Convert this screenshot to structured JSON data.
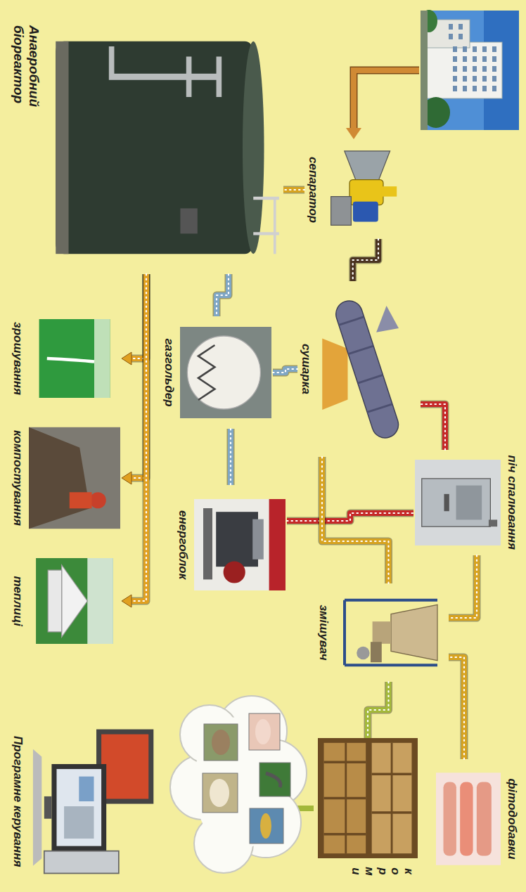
{
  "diagram": {
    "nodes": [
      {
        "text": [
          "сепаратор"
        ]
      },
      {
        "text": [
          "Анаеробний біореактор"
        ]
      },
      {
        "text": [
          "сушарка"
        ]
      },
      {
        "text": [
          "газгольдер"
        ]
      },
      {
        "text": [
          "піч спалювання"
        ]
      },
      {
        "text": [
          "енергоблок"
        ]
      },
      {
        "text": [
          "змішувач"
        ]
      },
      {
        "text": [
          "фітодобавки"
        ]
      },
      {
        "text": [
          "корми"
        ]
      },
      {
        "text": [
          "зрошування"
        ]
      },
      {
        "text": [
          "компостування"
        ]
      },
      {
        "text": [
          "теплиці"
        ]
      },
      {
        "text": [
          "Програмне керування"
        ]
      }
    ],
    "edges": [
      {
        "from": 0,
        "to": 1,
        "arrow": "none"
      },
      {
        "from": 0,
        "to": 2,
        "arrow": "none"
      },
      {
        "from": 1,
        "to": 3,
        "arrow": "none"
      },
      {
        "from": 3,
        "to": 2,
        "arrow": "none"
      },
      {
        "from": 3,
        "to": 5,
        "arrow": "none"
      },
      {
        "from": 5,
        "to": 4,
        "arrow": "none"
      },
      {
        "from": 4,
        "to": 2,
        "arrow": "none"
      },
      {
        "from": 4,
        "to": 6,
        "arrow": "none"
      },
      {
        "from": 2,
        "to": 6,
        "arrow": "none"
      },
      {
        "from": 7,
        "to": 6,
        "arrow": "none"
      },
      {
        "from": 6,
        "to": 8,
        "arrow": "none"
      },
      {
        "from": 1,
        "to": 9,
        "arrow": "to"
      },
      {
        "from": 1,
        "to": 10,
        "arrow": "to"
      },
      {
        "from": 1,
        "to": 11,
        "arrow": "to"
      }
    ]
  }
}
